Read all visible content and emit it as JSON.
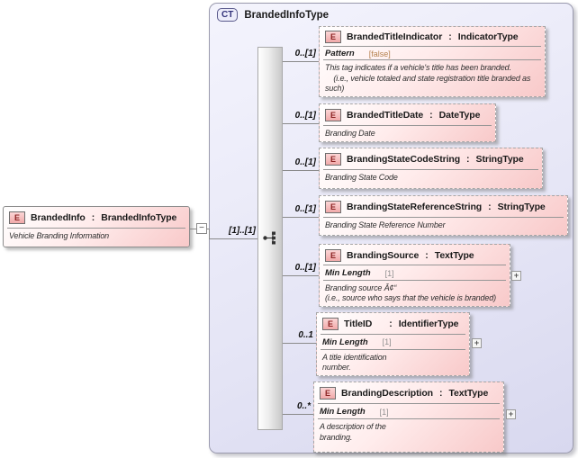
{
  "labels": {
    "colon": ":"
  },
  "complex_type": {
    "badge": "CT",
    "title": "BrandedInfoType"
  },
  "root_element": {
    "badge": "E",
    "name": "BrandedInfo",
    "type": "BrandedInfoType",
    "annotation": "Vehicle Branding Information",
    "cardinality": "[1]..[1]",
    "collapse_glyph": "−"
  },
  "elements": [
    {
      "badge": "E",
      "name": "BrandedTitleIndicator",
      "type": "IndicatorType",
      "cardinality": "0..[1]",
      "facet_label": "Pattern",
      "facet_value": "[false]",
      "facet_value_color": "#b5824f",
      "annotation": "This tag indicates if a vehicle's title has been branded.\n    (i.e., vehicle totaled and state registration title branded as\nsuch)"
    },
    {
      "badge": "E",
      "name": "BrandedTitleDate",
      "type": "DateType",
      "cardinality": "0..[1]",
      "annotation": "Branding Date"
    },
    {
      "badge": "E",
      "name": "BrandingStateCodeString",
      "type": "StringType",
      "cardinality": "0..[1]",
      "annotation": "Branding State Code"
    },
    {
      "badge": "E",
      "name": "BrandingStateReferenceString",
      "type": "StringType",
      "cardinality": "0..[1]",
      "annotation": "Branding State Reference Number"
    },
    {
      "badge": "E",
      "name": "BrandingSource",
      "type": "TextType",
      "cardinality": "0..[1]",
      "facet_label": "Min Length",
      "facet_value": "[1]",
      "facet_value_color": "#8f8f8f",
      "annotation": "Branding source Â¢“\n(i.e., source who says that the vehicle is branded)",
      "expand_glyph": "+"
    },
    {
      "badge": "E",
      "name": "TitleID",
      "type": "IdentifierType",
      "cardinality": "0..1",
      "facet_label": "Min Length",
      "facet_value": "[1]",
      "facet_value_color": "#8f8f8f",
      "annotation": "A title identification\nnumber.",
      "expand_glyph": "+"
    },
    {
      "badge": "E",
      "name": "BrandingDescription",
      "type": "TextType",
      "cardinality": "0..*",
      "facet_label": "Min Length",
      "facet_value": "[1]",
      "facet_value_color": "#8f8f8f",
      "annotation": "A description of the\nbranding.",
      "expand_glyph": "+"
    }
  ],
  "colors": {
    "container_fill": "#e6e6f6",
    "container_border": "#9a9aae",
    "element_fill_pink": "#f8c9c9",
    "element_border": "#a6a6a6",
    "badge_fill": "#f1a9a9",
    "badge_text": "#8b2222",
    "ct_badge_text": "#32327a",
    "connector": "#8a8a8a"
  }
}
